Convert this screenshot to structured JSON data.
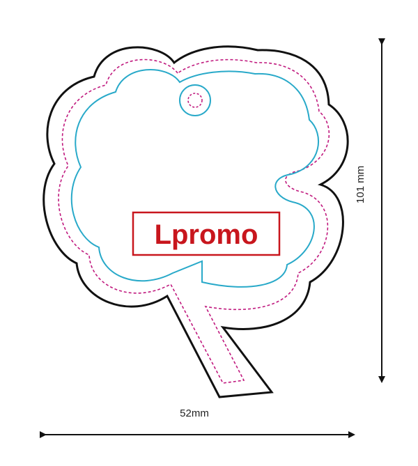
{
  "logo": {
    "text": "Lpromo"
  },
  "dimensions": {
    "width_label": "52mm",
    "height_label": "101 mm"
  },
  "colors": {
    "outline": "#111111",
    "cut_line": "#28a9c9",
    "safe_line": "#c0197e",
    "logo_red": "#c8161d",
    "arrow": "#111111"
  }
}
